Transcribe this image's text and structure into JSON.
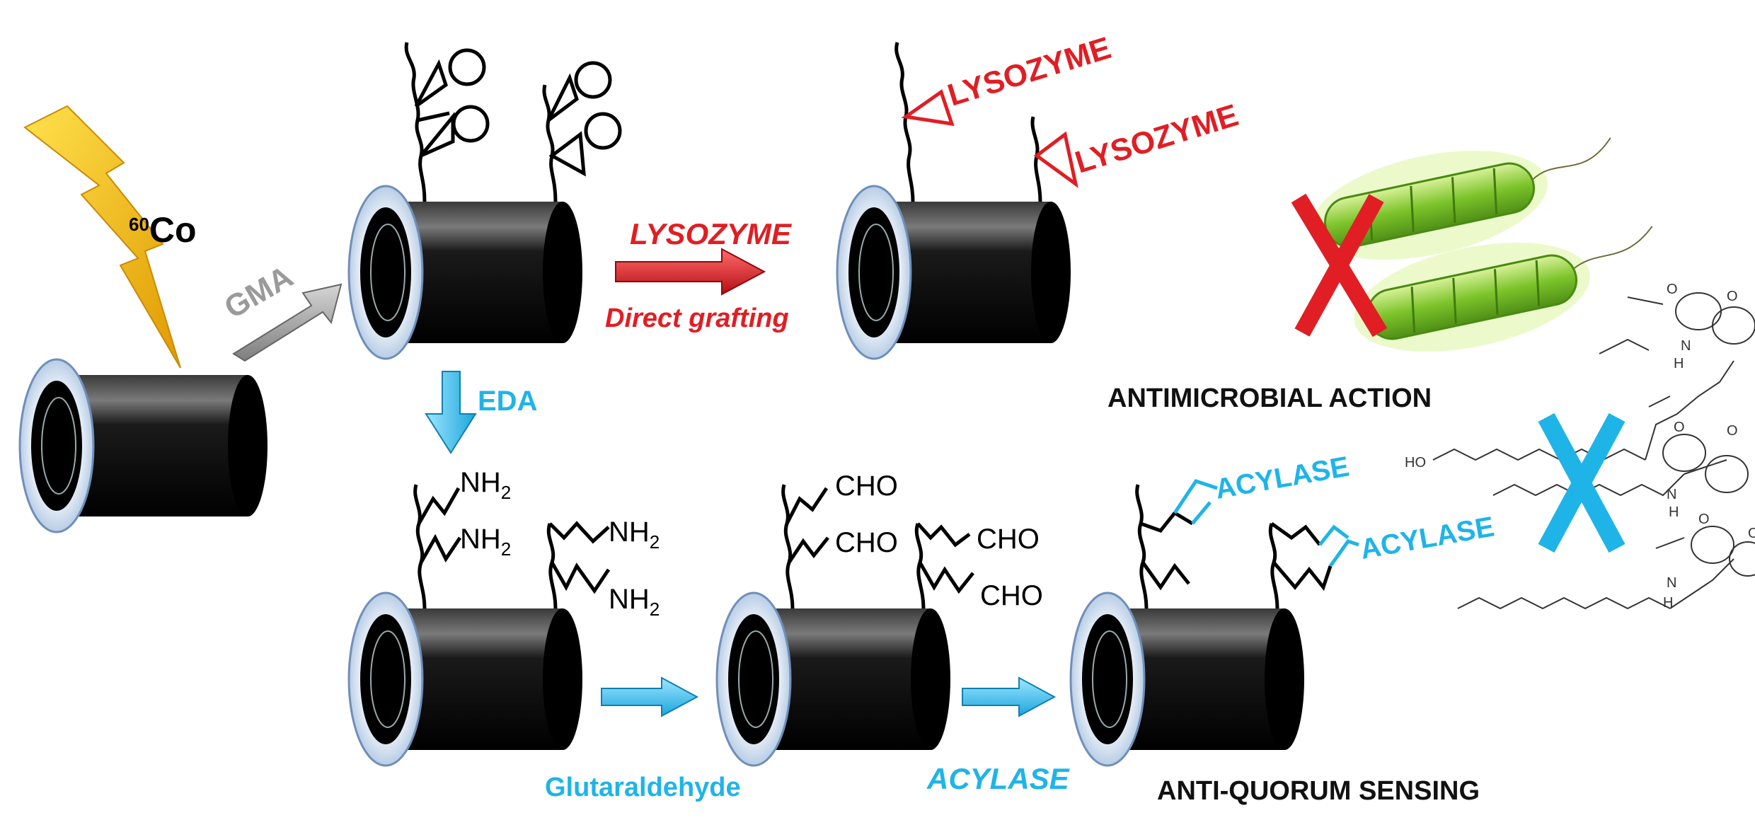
{
  "labels": {
    "source": "60Co",
    "source_sup": "60",
    "source_main": "Co",
    "gma": "GMA",
    "lysozyme_arrow": "LYSOZYME",
    "direct_grafting": "Direct grafting",
    "lysozyme_1": "LYSOZYME",
    "lysozyme_2": "LYSOZYME",
    "antimicrobial": "ANTIMICROBIAL ACTION",
    "eda": "EDA",
    "nh2_base": "NH",
    "nh2_sub": "2",
    "cho": "CHO",
    "glutaraldehyde": "Glutaraldehyde",
    "acylase_arrow": "ACYLASE",
    "acylase_1": "ACYLASE",
    "acylase_2": "ACYLASE",
    "anti_quorum": "ANTI-QUORUM SENSING",
    "ho": "HO",
    "o": "O",
    "n": "N",
    "h": "H"
  },
  "colors": {
    "red": "#e01e24",
    "blue": "#1fb4e8",
    "gray_arrow": "#9a9a9a",
    "lightning": "#f2b705",
    "bacteria_green": "#8ccf3a",
    "tube_black": "#0d0d0d",
    "tube_ring": "#c9d8ea"
  }
}
